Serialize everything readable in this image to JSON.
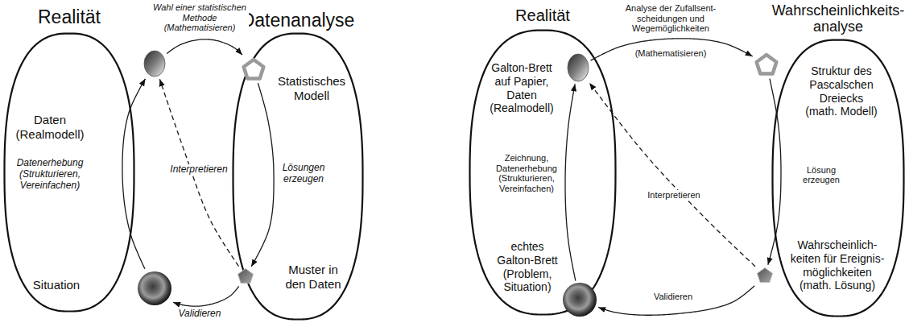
{
  "diagram": {
    "nodes": [
      {
        "text": [
          "Realität"
        ]
      },
      {
        "text": [
          "Daten (Realmodell)"
        ],
        "in": 0
      },
      {
        "text": [
          "Situation"
        ],
        "in": 0
      },
      {
        "text": [
          "Datenanalyse"
        ]
      },
      {
        "text": [
          "Statistisches Modell"
        ],
        "in": 3
      },
      {
        "text": [
          "Muster in den Daten"
        ],
        "in": 3
      },
      {
        "text": [
          "Realität"
        ]
      },
      {
        "text": [
          "Galton-Brett auf Papier, Daten (Realmodell)"
        ],
        "in": 6
      },
      {
        "text": [
          "echtes Galton-Brett (Problem, Situation)"
        ],
        "in": 6
      },
      {
        "text": [
          "Wahrscheinlichkeits- analyse"
        ]
      },
      {
        "text": [
          "Struktur des Pascalschen Dreiecks (math. Modell)"
        ],
        "in": 9
      },
      {
        "text": [
          "Wahrscheinlich- keiten für Ereignis- möglichkeiten (math. Lösung)"
        ],
        "in": 9
      }
    ],
    "edges": [
      {
        "from": 2,
        "to": 1,
        "arrow": "to",
        "label": "Datenerhebung (Strukturieren, Vereinfachen)"
      },
      {
        "from": 1,
        "to": 4,
        "arrow": "to",
        "label": "Wahl einer statistischen Methode (Mathematisieren)"
      },
      {
        "from": 4,
        "to": 5,
        "arrow": "to",
        "label": "Lösungen erzeugen"
      },
      {
        "from": 5,
        "to": 1,
        "arrow": "to",
        "label": "Interpretieren"
      },
      {
        "from": 5,
        "to": 2,
        "arrow": "to",
        "label": "Validieren"
      },
      {
        "from": 8,
        "to": 7,
        "arrow": "to",
        "label": "Zeichnung, Datenerhebung (Strukturieren, Vereinfachen)"
      },
      {
        "from": 7,
        "to": 10,
        "arrow": "to",
        "label": "Analyse der Zufallsent- scheidungen und Wegemöglichkeiten"
      },
      {
        "from": 10,
        "to": 11,
        "arrow": "to",
        "label": "Lösung erzeugen"
      },
      {
        "from": 11,
        "to": 7,
        "arrow": "to",
        "label": "Interpretieren"
      },
      {
        "from": 11,
        "to": 8,
        "arrow": "to",
        "label": "Validieren"
      }
    ],
    "labels": [
      "(Mathematisieren)"
    ]
  }
}
